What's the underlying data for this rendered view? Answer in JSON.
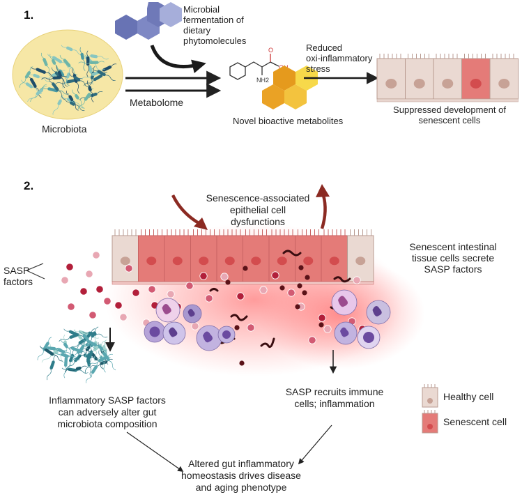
{
  "section1": {
    "number": "1.",
    "microbial_fermentation": "Microbial\nfermentation of\ndietary\nphytomolecules",
    "metabolome": "Metabolome",
    "microbiota": "Microbiota",
    "novel_metabolites": "Novel bioactive metabolites",
    "reduced_stress": "Reduced\noxi-inflammatory\nstress",
    "suppressed": "Suppressed development of\nsenescent cells",
    "molecule": {
      "oh": "OH",
      "o": "O",
      "nh2": "NH2"
    }
  },
  "section2": {
    "number": "2.",
    "senescence_dysfunction": "Senescence-associated\nepithelial cell\ndysfunctions",
    "senescent_tissue": "Senescent intestinal\ntissue cells secrete\nSASP factors",
    "sasp_factors": "SASP\nfactors",
    "inflammatory_sasp": "Inflammatory SASP factors\ncan adversely alter gut\nmicrobiota composition",
    "sasp_recruits": "SASP recruits immune\ncells; inflammation",
    "altered_gut": "Altered gut inflammatory\nhomeostasis drives disease\nand aging phenotype"
  },
  "legend": {
    "healthy": "Healthy cell",
    "senescent": "Senescent cell"
  },
  "colors": {
    "healthy_cell": "#ead9d2",
    "senescent_cell": "#e47b78",
    "nucleus_healthy": "#c7a296",
    "nucleus_senescent": "#d34c4e",
    "microbiota_bg": "#f6e7a6",
    "hex_blue": "#6f79b8",
    "hex_orange": "#eaa225",
    "arrow_dark_red": "#8b2a22"
  }
}
